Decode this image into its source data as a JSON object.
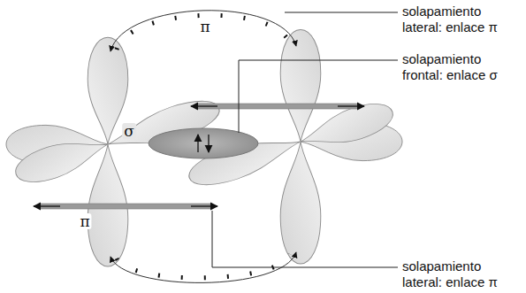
{
  "diagram": {
    "labels": [
      "π",
      "σ",
      "π",
      "solapamiento lateral: enlace π",
      "solapamiento frontal: enlace σ",
      "solapamiento lateral: enlace π"
    ]
  }
}
